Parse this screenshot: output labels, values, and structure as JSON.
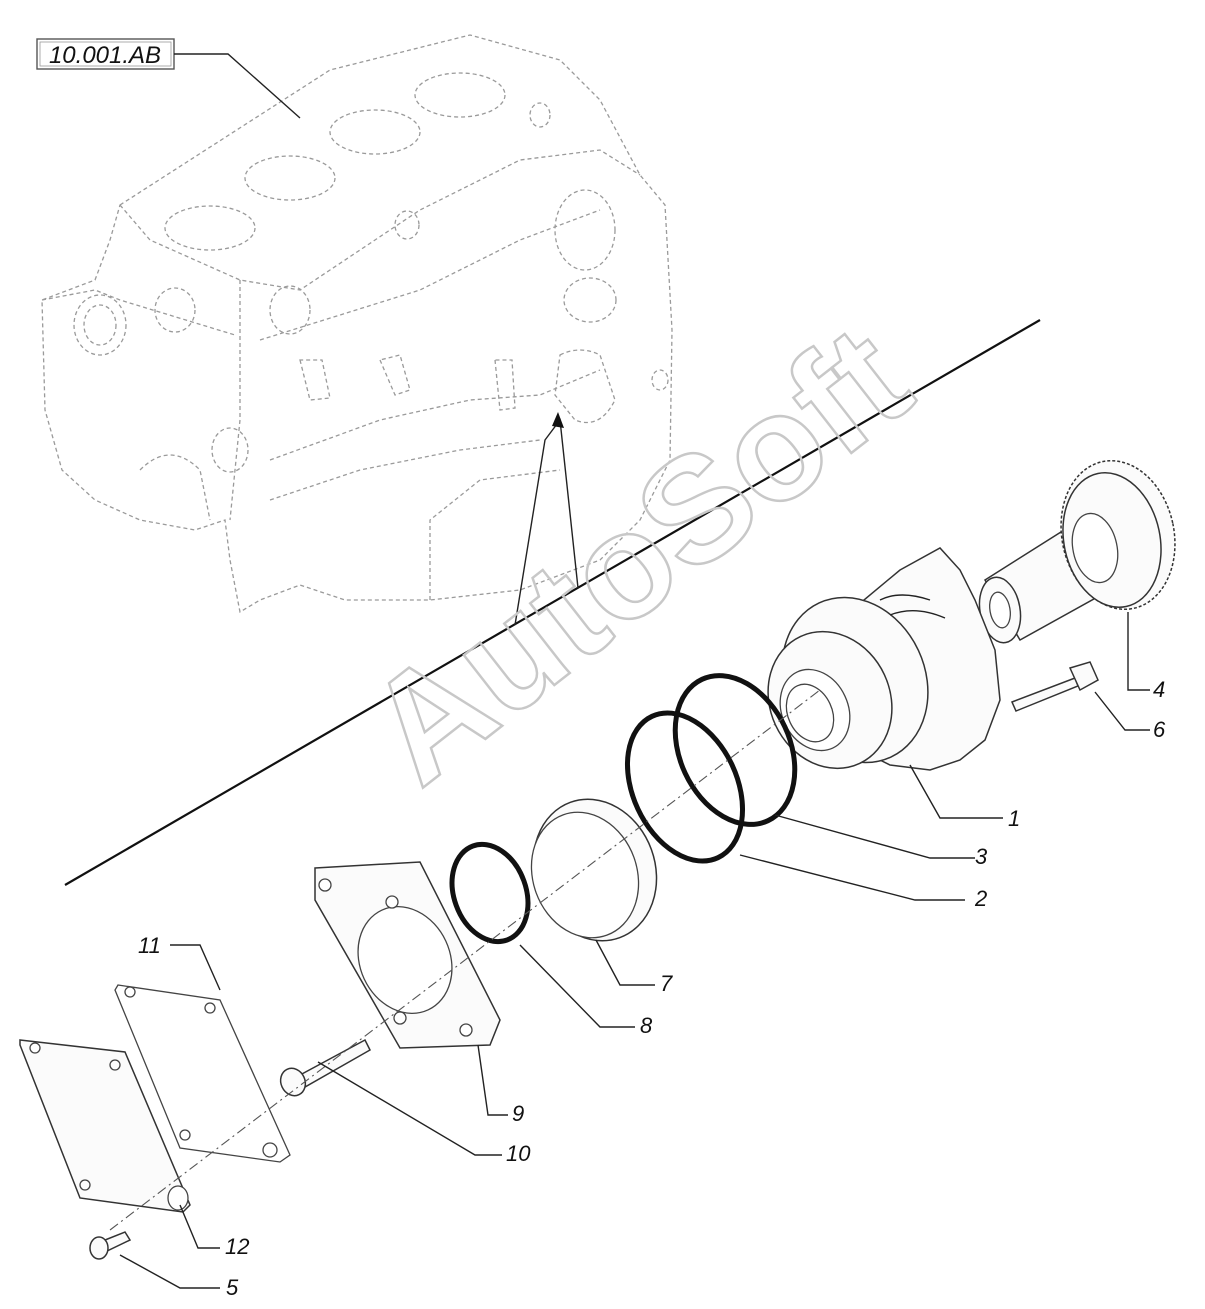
{
  "reference": {
    "label": "10.001.AB"
  },
  "watermark": {
    "text": "AutoSoft"
  },
  "callouts": [
    {
      "id": "1",
      "label": "1"
    },
    {
      "id": "2",
      "label": "2"
    },
    {
      "id": "3",
      "label": "3"
    },
    {
      "id": "4",
      "label": "4"
    },
    {
      "id": "5",
      "label": "5"
    },
    {
      "id": "6",
      "label": "6"
    },
    {
      "id": "7",
      "label": "7"
    },
    {
      "id": "8",
      "label": "8"
    },
    {
      "id": "9",
      "label": "9"
    },
    {
      "id": "10",
      "label": "10"
    },
    {
      "id": "11",
      "label": "11"
    },
    {
      "id": "12",
      "label": "12"
    }
  ]
}
